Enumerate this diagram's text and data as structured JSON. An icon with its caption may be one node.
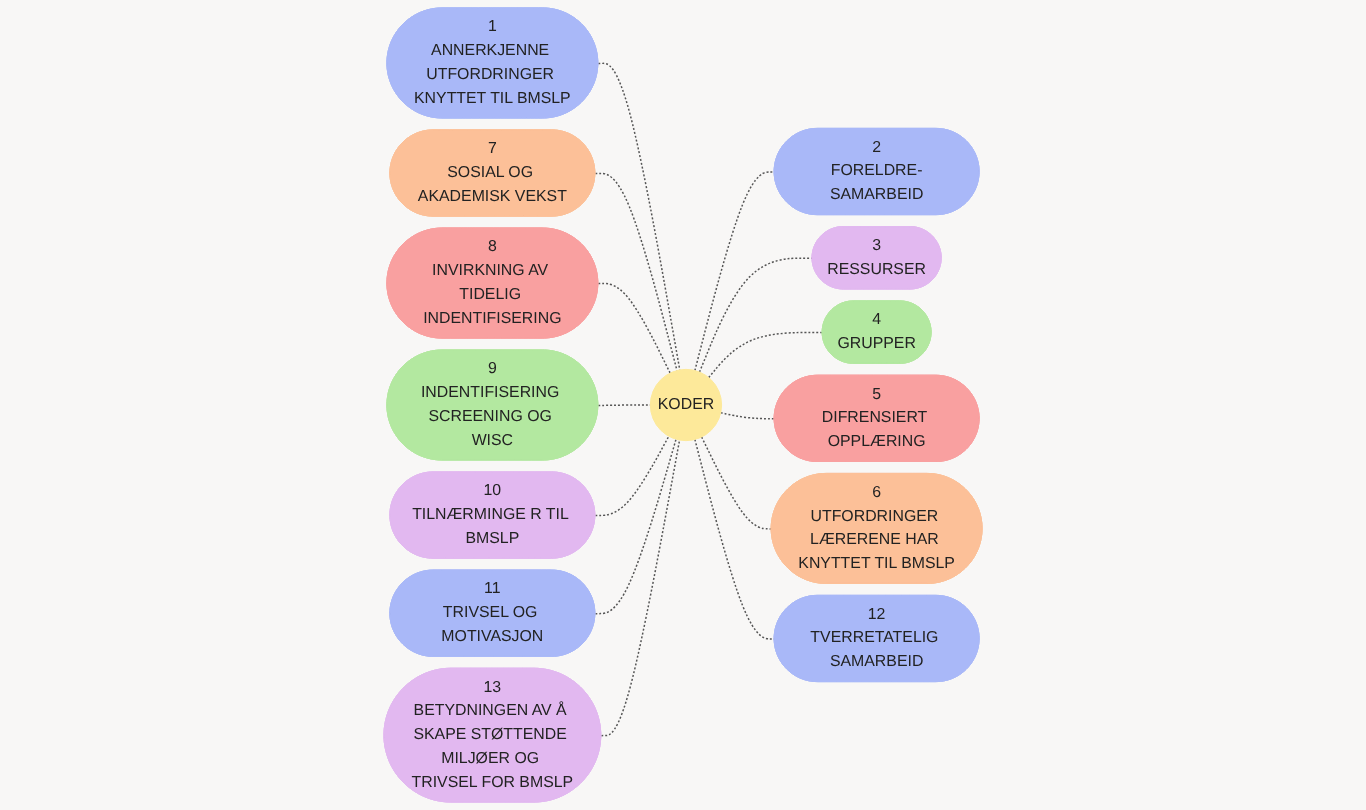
{
  "diagram": {
    "nodes": [
      {
        "text": [
          "KODER"
        ]
      },
      {
        "text": [
          "1",
          "ANNERKJENNE UTFORDRINGER KNYTTET TIL BMSLP"
        ]
      },
      {
        "text": [
          "2",
          "FORELDRE-SAMARBEID"
        ]
      },
      {
        "text": [
          "3",
          "RESSURSER"
        ]
      },
      {
        "text": [
          "4",
          "GRUPPER"
        ]
      },
      {
        "text": [
          "5",
          "DIFRENSIERT OPPLÆRING"
        ]
      },
      {
        "text": [
          "6",
          "UTFORDRINGER LÆRERENE HAR KNYTTET TIL BMSLP"
        ]
      },
      {
        "text": [
          "7",
          "SOSIAL OG AKADEMISK VEKST"
        ]
      },
      {
        "text": [
          "8",
          "INVIRKNING AV TIDELIG INDENTIFISERING"
        ]
      },
      {
        "text": [
          "9",
          "INDENTIFISERING SCREENING OG WISC"
        ]
      },
      {
        "text": [
          "10",
          "TILNÆRMINGE R TIL BMSLP"
        ]
      },
      {
        "text": [
          "11",
          "TRIVSEL OG MOTIVASJON"
        ]
      },
      {
        "text": [
          "12",
          "TVERRETATELIG SAMARBEID"
        ]
      },
      {
        "text": [
          "13",
          "BETYDNINGEN AV Å SKAPE STØTTENDE MILJØER OG TRIVSEL FOR BMSLP"
        ]
      }
    ],
    "edges": [
      {
        "from": 0,
        "to": 1,
        "arrow": "none",
        "style": "dashed"
      },
      {
        "from": 0,
        "to": 2,
        "arrow": "none",
        "style": "dashed"
      },
      {
        "from": 0,
        "to": 3,
        "arrow": "none",
        "style": "dashed"
      },
      {
        "from": 0,
        "to": 4,
        "arrow": "none",
        "style": "dashed"
      },
      {
        "from": 0,
        "to": 5,
        "arrow": "none",
        "style": "dashed"
      },
      {
        "from": 0,
        "to": 6,
        "arrow": "none",
        "style": "dashed"
      },
      {
        "from": 0,
        "to": 7,
        "arrow": "none",
        "style": "dashed"
      },
      {
        "from": 0,
        "to": 8,
        "arrow": "none",
        "style": "dashed"
      },
      {
        "from": 0,
        "to": 9,
        "arrow": "none",
        "style": "dashed"
      },
      {
        "from": 0,
        "to": 10,
        "arrow": "none",
        "style": "dashed"
      },
      {
        "from": 0,
        "to": 11,
        "arrow": "none",
        "style": "dashed"
      },
      {
        "from": 0,
        "to": 12,
        "arrow": "none",
        "style": "dashed"
      },
      {
        "from": 0,
        "to": 13,
        "arrow": "none",
        "style": "dashed"
      }
    ]
  }
}
